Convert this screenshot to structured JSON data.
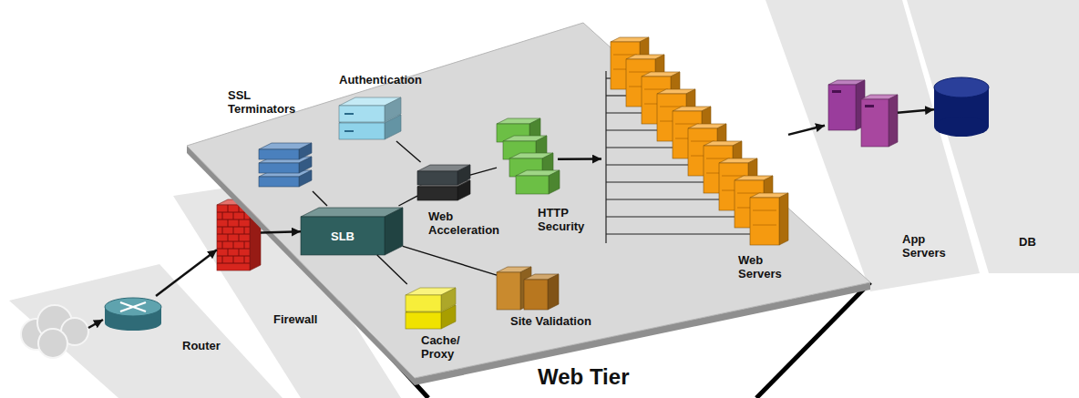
{
  "diagram": {
    "nodes": [
      {
        "text": [
          "Router"
        ]
      },
      {
        "text": [
          "Firewall"
        ]
      },
      {
        "text": [
          "Web Tier"
        ]
      },
      {
        "text": [
          "SSL Terminators"
        ],
        "in": 2
      },
      {
        "text": [
          "Authentication"
        ],
        "in": 2
      },
      {
        "text": [
          "SLB"
        ],
        "in": 2
      },
      {
        "text": [
          "Web Acceleration"
        ],
        "in": 2
      },
      {
        "text": [
          "HTTP Security"
        ],
        "in": 2
      },
      {
        "text": [
          "Cache/ Proxy"
        ],
        "in": 2
      },
      {
        "text": [
          "Site Validation"
        ],
        "in": 2
      },
      {
        "text": [
          "Web Servers"
        ],
        "in": 2
      },
      {
        "text": [
          "App Servers"
        ]
      },
      {
        "text": [
          "DB"
        ]
      }
    ],
    "edges": [
      {
        "from": 0,
        "to": 1,
        "arrow": "to"
      },
      {
        "from": 1,
        "to": 5,
        "arrow": "to"
      },
      {
        "from": 5,
        "to": 3,
        "arrow": "none"
      },
      {
        "from": 6,
        "to": 4,
        "arrow": "none"
      },
      {
        "from": 5,
        "to": 6,
        "arrow": "none"
      },
      {
        "from": 6,
        "to": 7,
        "arrow": "none"
      },
      {
        "from": 5,
        "to": 8,
        "arrow": "none"
      },
      {
        "from": 5,
        "to": 9,
        "arrow": "none"
      },
      {
        "from": 7,
        "to": 10,
        "arrow": "to"
      },
      {
        "from": 10,
        "to": 11,
        "arrow": "to"
      },
      {
        "from": 11,
        "to": 12,
        "arrow": "to"
      }
    ]
  }
}
